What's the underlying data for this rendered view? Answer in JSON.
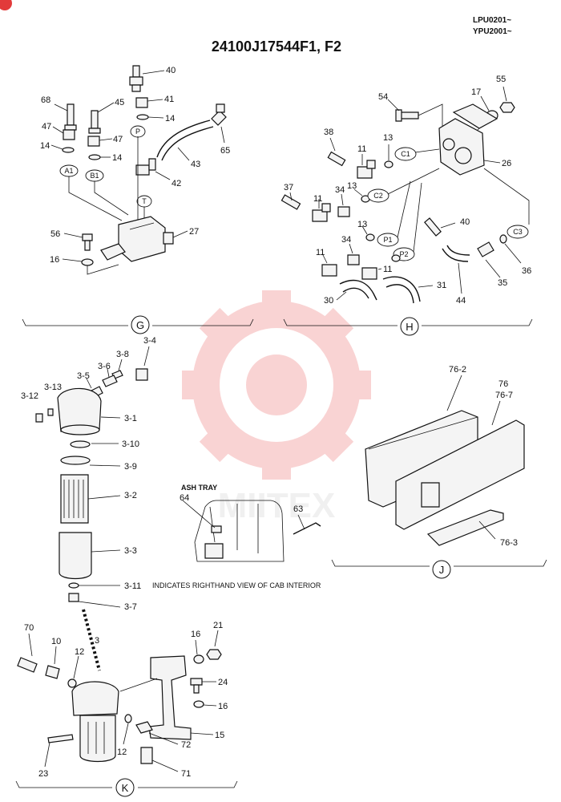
{
  "header": {
    "title": "24100J17544F1, F2",
    "serial_codes": [
      "LPU0201~",
      "YPU2001~"
    ]
  },
  "sections": [
    {
      "id": "G",
      "parts": [
        "40",
        "41",
        "14",
        "68",
        "45",
        "47",
        "47",
        "14",
        "14",
        "P",
        "43",
        "65",
        "42",
        "A1",
        "B1",
        "T",
        "56",
        "27",
        "16"
      ]
    },
    {
      "id": "H",
      "parts": [
        "54",
        "17",
        "55",
        "38",
        "13",
        "11",
        "C1",
        "26",
        "37",
        "11",
        "34",
        "13",
        "C2",
        "40",
        "13",
        "P1",
        "P2",
        "C3",
        "34",
        "11",
        "36",
        "11",
        "35",
        "30",
        "31",
        "44"
      ]
    },
    {
      "id": "J",
      "parts": [
        "76-2",
        "76",
        "76-7",
        "76-3"
      ]
    },
    {
      "id": "K",
      "parts": [
        "70",
        "10",
        "12",
        "3",
        "16",
        "21",
        "24",
        "16",
        "15",
        "12",
        "72",
        "23",
        "71"
      ]
    }
  ],
  "filter_parts": [
    "3-4",
    "3-8",
    "3-6",
    "3-5",
    "3-13",
    "3-12",
    "3-1",
    "3-10",
    "3-9",
    "3-2",
    "3-3",
    "3-11",
    "3-7"
  ],
  "annotations": {
    "ash_tray": "ASH TRAY",
    "cab_note": "INDICATES RIGHTHAND VIEW OF CAB INTERIOR"
  },
  "cab_parts": [
    "64",
    "63"
  ],
  "watermark": "MIITEX",
  "colors": {
    "watermark": "#f2a0a0",
    "ink": "#111111",
    "badge": "#e23a3a"
  }
}
